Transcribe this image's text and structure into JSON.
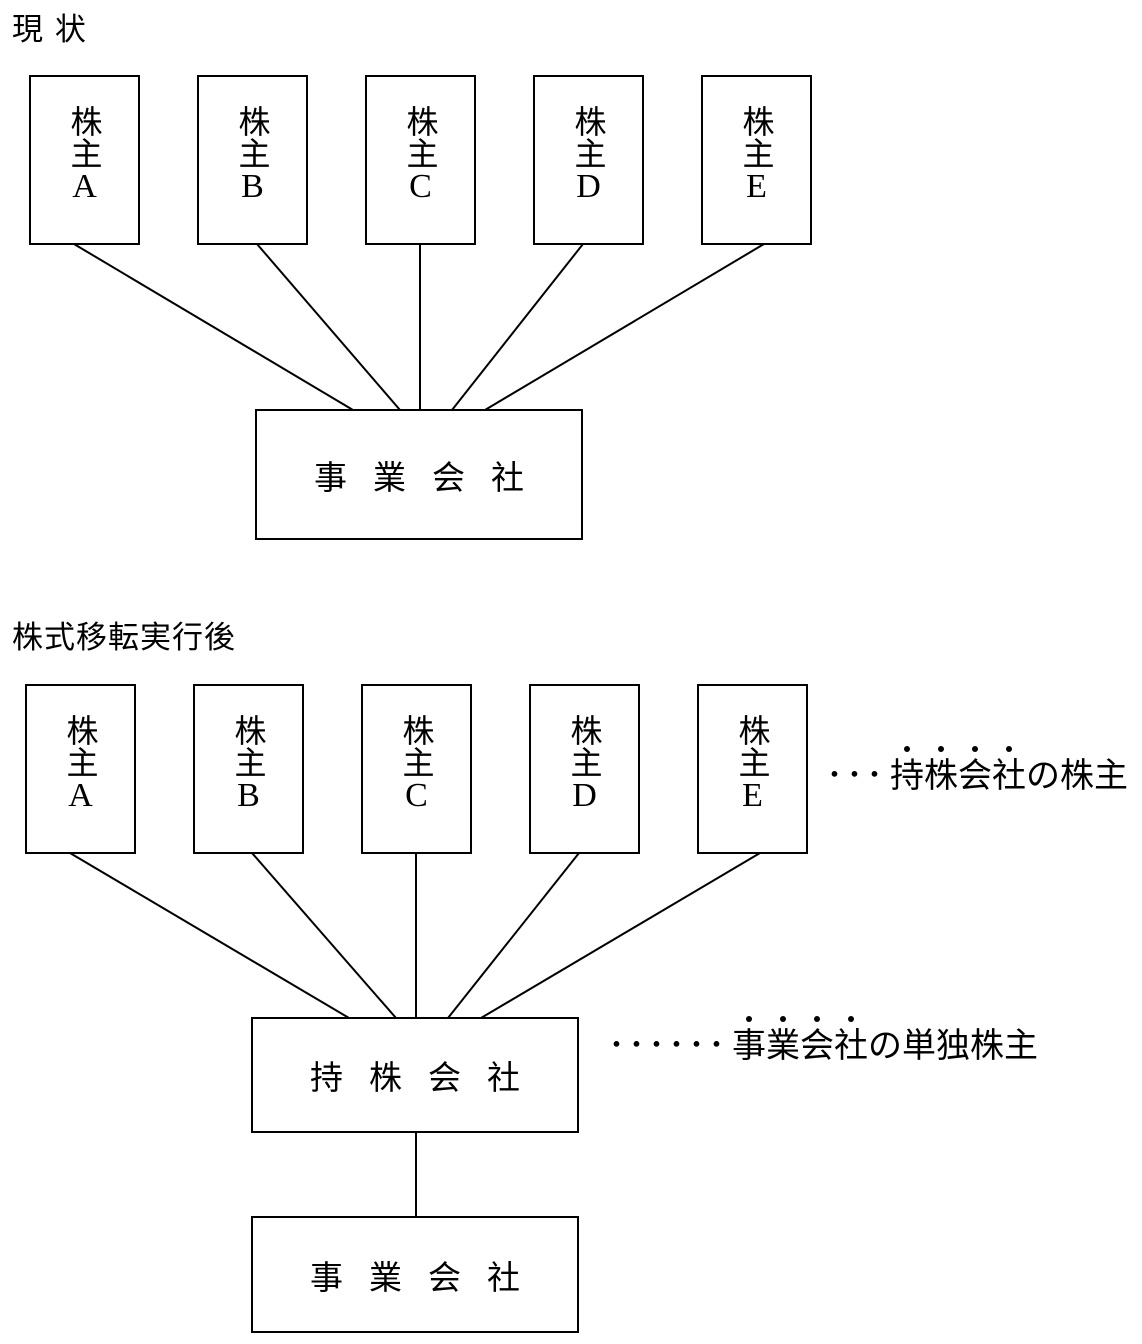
{
  "current": {
    "title": "現 状",
    "shareholders": [
      {
        "kanji": "株主",
        "letter": "A"
      },
      {
        "kanji": "株主",
        "letter": "B"
      },
      {
        "kanji": "株主",
        "letter": "C"
      },
      {
        "kanji": "株主",
        "letter": "D"
      },
      {
        "kanji": "株主",
        "letter": "E"
      }
    ],
    "company": "事業会社"
  },
  "after": {
    "title": "株式移転実行後",
    "shareholders": [
      {
        "kanji": "株主",
        "letter": "A"
      },
      {
        "kanji": "株主",
        "letter": "B"
      },
      {
        "kanji": "株主",
        "letter": "C"
      },
      {
        "kanji": "株主",
        "letter": "D"
      },
      {
        "kanji": "株主",
        "letter": "E"
      }
    ],
    "holding_company": "持株会社",
    "operating_company": "事業会社",
    "note_shareholders": {
      "prefix": "･･･",
      "emphasis": "持株会社",
      "suffix": "の株主"
    },
    "note_holding": {
      "prefix": "･･････",
      "emphasis": "事業会社",
      "suffix": "の単独株主"
    }
  }
}
